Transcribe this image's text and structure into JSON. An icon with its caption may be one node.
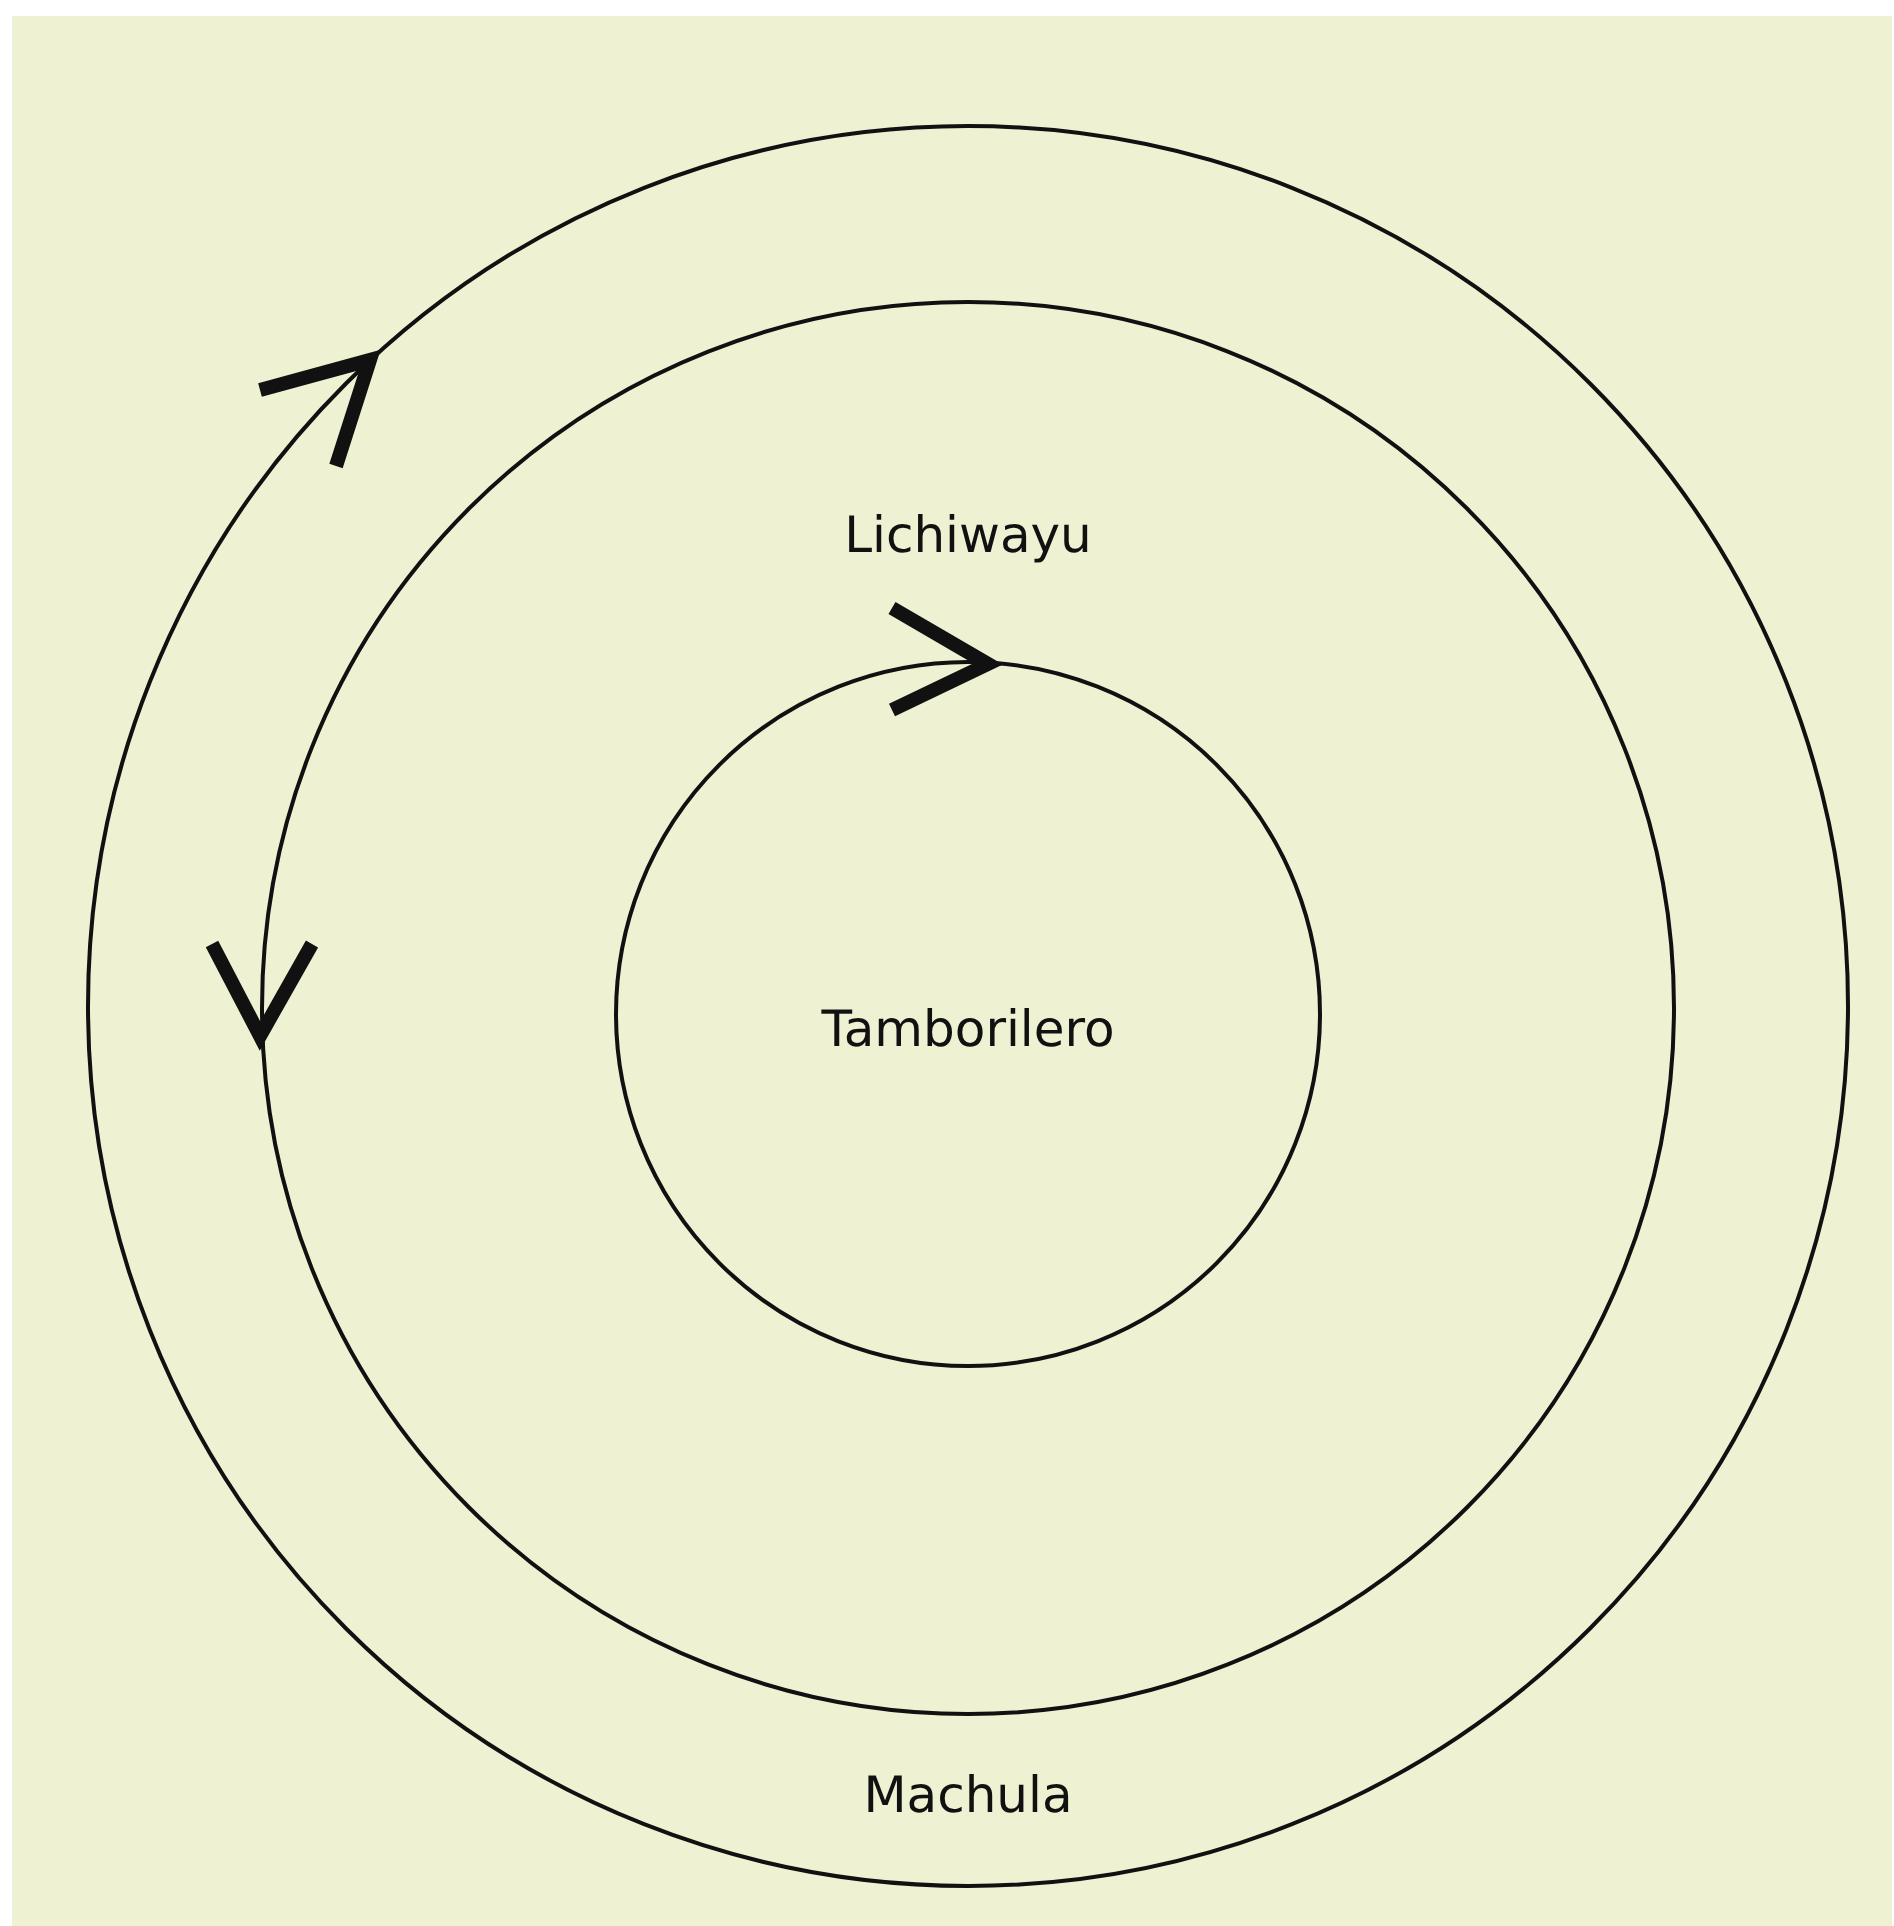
{
  "diagram": {
    "nodes": [
      {
        "text": [
          "Machula"
        ]
      },
      {
        "text": [
          "Lichiwayu"
        ],
        "in": 0
      },
      {
        "text": [
          "Tamborilero"
        ],
        "in": 1
      }
    ]
  }
}
